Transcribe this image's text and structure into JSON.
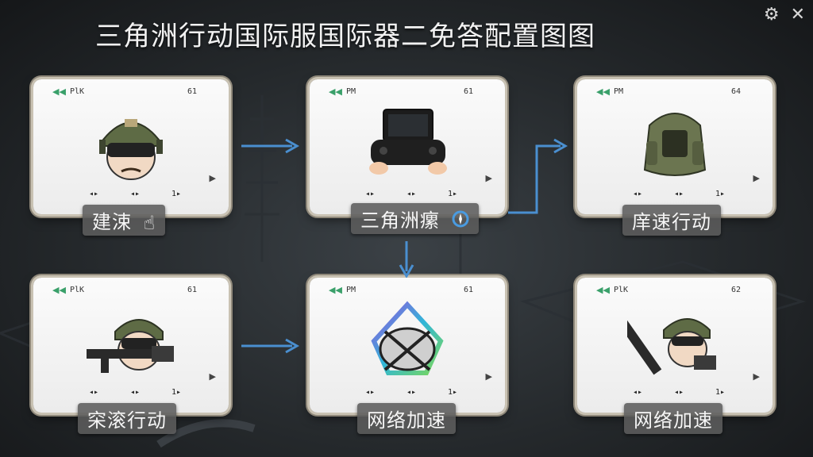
{
  "title": "三角洲行动国际服国际器二免答配置图图",
  "top_icons": {
    "settings": "gear-icon",
    "close": "close-icon"
  },
  "cards": [
    {
      "id": "c1",
      "hdr_left": "PlK",
      "hdr_right": "61",
      "ctl": [
        "◂▸",
        "◂▸",
        "1▸"
      ],
      "label": "建涑",
      "label_icon": "hand-pointer-icon",
      "art": "helmet-soldier"
    },
    {
      "id": "c2",
      "hdr_left": "PM",
      "hdr_right": "61",
      "ctl": [
        "◂▸",
        "◂▸",
        "1▸"
      ],
      "label": "三角洲瘰",
      "label_icon": "compass-icon",
      "art": "handheld-console"
    },
    {
      "id": "c3",
      "hdr_left": "PM",
      "hdr_right": "64",
      "ctl": [
        "◂▸",
        "◂▸",
        "1▸"
      ],
      "label": "庠速行动",
      "label_icon": "",
      "art": "backpack"
    },
    {
      "id": "c4",
      "hdr_left": "PlK",
      "hdr_right": "61",
      "ctl": [
        "◂▸",
        "◂▸",
        "1▸"
      ],
      "label": "穼滚行动",
      "label_icon": "",
      "art": "soldier-with-gun"
    },
    {
      "id": "c5",
      "hdr_left": "PM",
      "hdr_right": "61",
      "ctl": [
        "◂▸",
        "◂▸",
        "1▸"
      ],
      "label": "网络加速",
      "label_icon": "",
      "art": "network-accelerator-logo"
    },
    {
      "id": "c6",
      "hdr_left": "PlK",
      "hdr_right": "62",
      "ctl": [
        "◂▸",
        "◂▸",
        "1▸"
      ],
      "label": "网络加速",
      "label_icon": "",
      "art": "soldier-with-gun"
    }
  ],
  "colors": {
    "arrow": "#4a8fd0",
    "card_border": "#c9c2b3",
    "label_bg": "#5c5c5c"
  }
}
